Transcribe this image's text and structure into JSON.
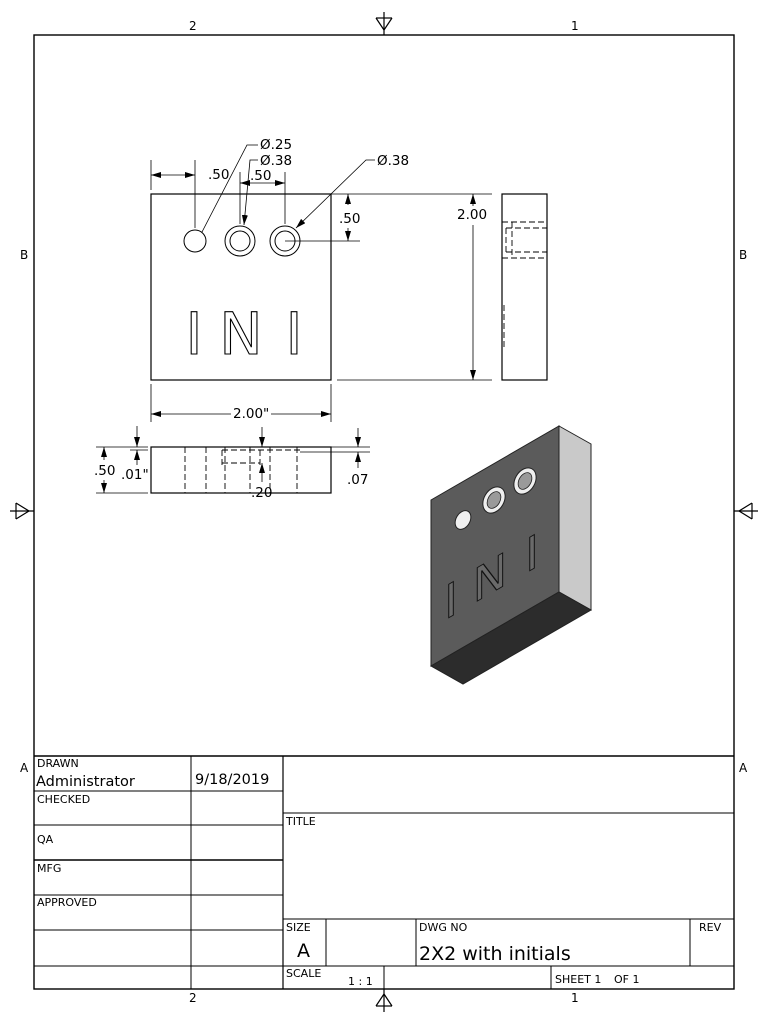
{
  "border": {
    "zones_top": [
      "2",
      "1"
    ],
    "zones_bottom": [
      "2",
      "1"
    ],
    "zones_left": [
      "B",
      "A"
    ],
    "zones_right": [
      "B",
      "A"
    ]
  },
  "dimensions": {
    "hole_small_dia": "Ø.25",
    "hole_medium_dia": "Ø.38",
    "hole_large_dia": "Ø.38",
    "hole_x_offset": ".50",
    "hole_spacing": ".50",
    "hole_y_offset": ".50",
    "height": "2.00",
    "width": "2.00\"",
    "thickness": ".50",
    "text_depth": ".01\"",
    "hole_depth": ".20",
    "counterbore_depth": ".07"
  },
  "engraving": {
    "initials": [
      "I",
      "N",
      "I"
    ]
  },
  "title_block": {
    "drawn_label": "DRAWN",
    "drawn_by": "Administrator",
    "drawn_date": "9/18/2019",
    "checked_label": "CHECKED",
    "qa_label": "QA",
    "mfg_label": "MFG",
    "approved_label": "APPROVED",
    "title_label": "TITLE",
    "size_label": "SIZE",
    "size_value": "A",
    "dwg_no_label": "DWG NO",
    "dwg_no_value": "2X2 with initials",
    "rev_label": "REV",
    "scale_label": "SCALE",
    "scale_value": "1 : 1",
    "sheet_label": "SHEET 1",
    "of_label": "OF 1"
  }
}
